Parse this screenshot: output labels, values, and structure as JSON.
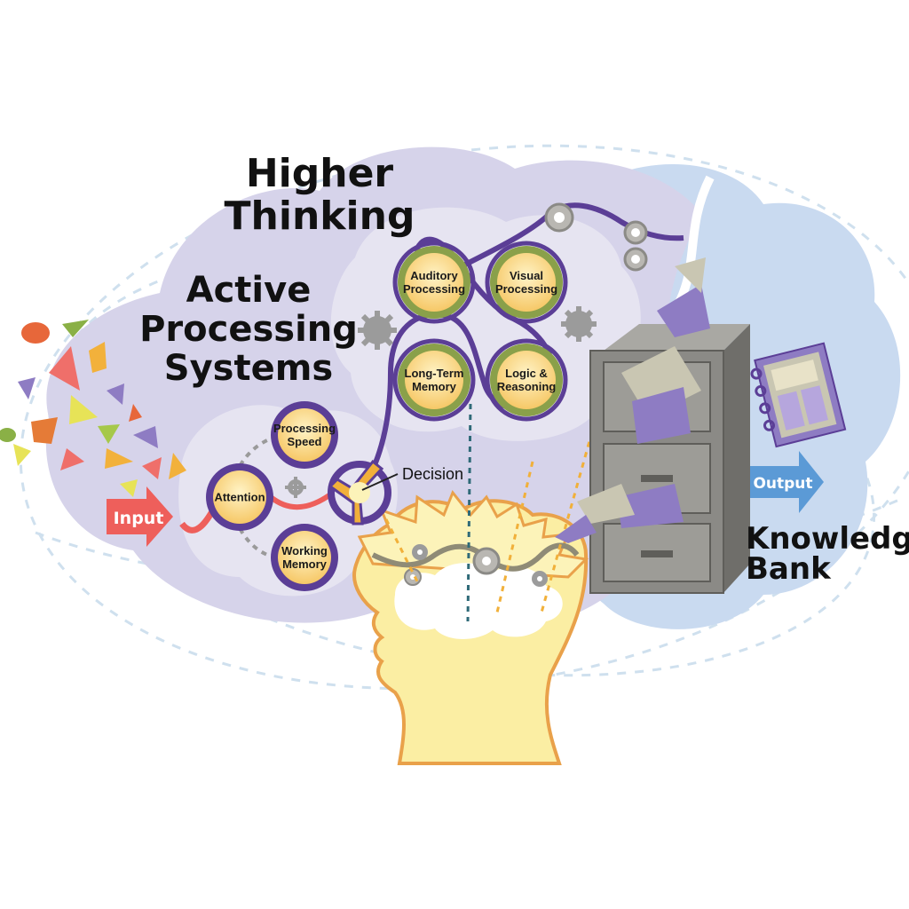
{
  "headings": {
    "higher_thinking": [
      "Higher",
      "Thinking"
    ],
    "active_processing": [
      "Active",
      "Processing",
      "Systems"
    ],
    "knowledge_bank": [
      "Knowledge",
      "Bank"
    ]
  },
  "arrows": {
    "input": "Input",
    "output": "Output"
  },
  "decision": "Decision",
  "active_nodes": [
    {
      "id": "processing-speed",
      "lines": [
        "Processing",
        "Speed"
      ]
    },
    {
      "id": "attention",
      "lines": [
        "Attention"
      ]
    },
    {
      "id": "working-memory",
      "lines": [
        "Working",
        "Memory"
      ]
    }
  ],
  "higher_nodes": [
    {
      "id": "auditory-processing",
      "lines": [
        "Auditory",
        "Processing"
      ]
    },
    {
      "id": "visual-processing",
      "lines": [
        "Visual",
        "Processing"
      ]
    },
    {
      "id": "long-term-memory",
      "lines": [
        "Long-Term",
        "Memory"
      ]
    },
    {
      "id": "logic-reasoning",
      "lines": [
        "Logic &",
        "Reasoning"
      ]
    }
  ],
  "colors": {
    "purple_cloud": "#d6d3ea",
    "lavender_inner": "#e6e4f1",
    "blue_cloud": "#c9daf0",
    "track_purple": "#5b3e96",
    "node_ring_green": "#8aa04a",
    "node_fill": "#fbd98a",
    "input_red": "#ee5f5b",
    "output_blue": "#5b9ad6",
    "head_yellow": "#fbeea3",
    "head_outline": "#e9a14a",
    "cabinet_gray": "#8b8a86"
  }
}
